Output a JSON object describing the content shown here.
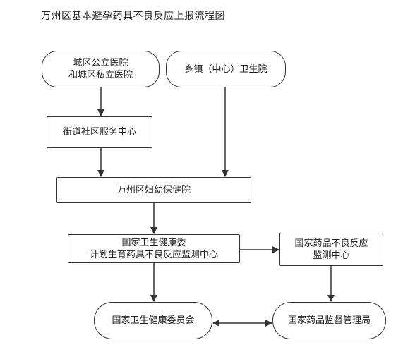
{
  "title": "万州区基本避孕药具不良反应上报流程图",
  "nodes": {
    "city_hospitals": {
      "line1": "城区公立医院",
      "line2": "和城区私立医院"
    },
    "township_clinics": {
      "line1": "乡镇（中心）卫生院"
    },
    "street_center": {
      "line1": "街道社区服务中心"
    },
    "maternal_hospital": {
      "line1": "万州区妇幼保健院"
    },
    "health_commission_center": {
      "line1": "国家卫生健康委",
      "line2": "计划生育药具不良反应监测中心"
    },
    "drug_adr_center": {
      "line1": "国家药品不良反应",
      "line2": "监测中心"
    },
    "health_commission": {
      "line1": "国家卫生健康委员会"
    },
    "drug_admin": {
      "line1": "国家药品监督管理局"
    }
  },
  "colors": {
    "line": "#333333",
    "text": "#222222",
    "background": "#ffffff"
  }
}
